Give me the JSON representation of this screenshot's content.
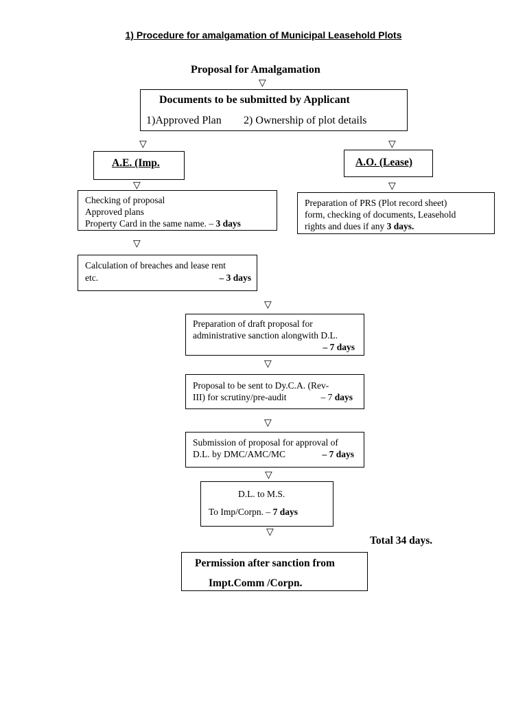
{
  "title": "1) Procedure for amalgamation of Municipal Leasehold Plots",
  "arrow_glyph": "▽",
  "proposal_heading": "Proposal for Amalgamation",
  "docs": {
    "heading": "Documents to be submitted by Applicant",
    "item1": "1)Approved Plan",
    "item2": "2) Ownership of plot details"
  },
  "ae": {
    "label": "A.E. (Imp."
  },
  "ao": {
    "label": "A.O. (Lease)"
  },
  "checking": {
    "line1": "Checking of proposal",
    "line2": "Approved plans",
    "line3": "Property Card in the same name. –",
    "days": "3  days"
  },
  "prs": {
    "line1": "Preparation of PRS (Plot record sheet)",
    "line2": "form, checking of documents, Leasehold",
    "line3": "rights and dues if any ",
    "days": "3 days."
  },
  "breaches": {
    "line1": "Calculation of breaches and lease rent",
    "line2": "etc.",
    "days": "– 3 days"
  },
  "draft": {
    "line1": "Preparation of draft proposal for",
    "line2": "administrative sanction alongwith D.L.",
    "days": "– 7 days"
  },
  "dyca": {
    "line1": "Proposal to be sent to Dy.C.A. (Rev-",
    "line2": "III) for scrutiny/pre-audit",
    "dash": "– 7",
    "days": "days"
  },
  "submission": {
    "line1": "Submission of proposal for approval of",
    "line2": "D.L. by DMC/AMC/MC",
    "days": "– 7 days"
  },
  "dl": {
    "line1": "D.L. to M.S.",
    "line2": "To Imp/Corpn. –",
    "days": "7 days"
  },
  "total": "Total 34 days.",
  "permission": {
    "line1": "Permission after sanction from",
    "line2": "Impt.Comm /Corpn."
  }
}
